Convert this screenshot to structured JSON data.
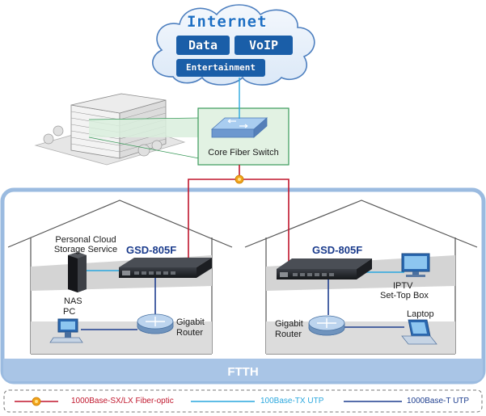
{
  "cloud": {
    "title": "Internet",
    "tags": [
      "Data",
      "VoIP",
      "Entertainment"
    ]
  },
  "core_switch": {
    "label": "Core Fiber Switch"
  },
  "region_label": "FTTH",
  "left_house": {
    "device_model": "GSD-805F",
    "service_label_line1": "Personal Cloud",
    "service_label_line2": "Storage Service",
    "nas_label": "NAS",
    "pc_label": "PC",
    "router_label_line1": "Gigabit",
    "router_label_line2": "Router"
  },
  "right_house": {
    "device_model": "GSD-805F",
    "iptv_label_line1": "IPTV",
    "iptv_label_line2": "Set-Top Box",
    "laptop_label": "Laptop",
    "router_label_line1": "Gigabit",
    "router_label_line2": "Router"
  },
  "legend": {
    "items": [
      {
        "label": "1000Base-SX/LX Fiber-optic",
        "color": "#c0172d"
      },
      {
        "label": "100Base-TX UTP",
        "color": "#2aa7de"
      },
      {
        "label": "1000Base-T UTP",
        "color": "#1f3f8f"
      }
    ]
  },
  "colors": {
    "fiber": "#c0172d",
    "utp_100": "#2aa7de",
    "utp_1000": "#1f3f8f",
    "house_fill": "#d8e3f1",
    "model_text": "#1a3b8c"
  }
}
